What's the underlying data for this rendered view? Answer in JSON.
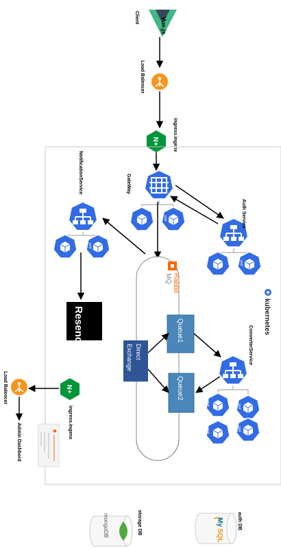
{
  "labels": {
    "client": "Client",
    "vue_wordmark": "Vue.js",
    "lb_top": "Load Balencer",
    "ingress_top": "ingress.ingenx",
    "kubernetes": "kubernetes",
    "gateway": "GateWay",
    "notification": "NotificationService",
    "auth": "Auth Service",
    "converter": "ConverterService",
    "rabbit_line1": "Rabbit",
    "rabbit_line2": "MQ",
    "queue1": "Queue1",
    "queue2": "Queue2",
    "exchange_line1": "Direct",
    "exchange_line2": "Exchange",
    "resend": "Resend",
    "ingress_bottom": "ingress.ingenx",
    "lb_bottom": "Load Balencer",
    "admin": "Admin Dashbord",
    "storage_db": "storage DB",
    "auth_db": "auth DB",
    "mongodb": "mongoDB",
    "mysql_line1": "My",
    "mysql_line2": "SQL",
    "pod": "pod",
    "nginx_mark": "N+"
  },
  "colors": {
    "k8s_blue": "#326ce5",
    "nginx_green": "#009639",
    "lb_orange": "#f7941e",
    "rabbit_orange": "#ff6600",
    "queue_blue": "#4a86b8",
    "exchange_blue": "#2f5597",
    "vue_green": "#41b883",
    "vue_dark": "#35495e",
    "mysql_blue": "#00758f",
    "mongo_green": "#4faa41"
  }
}
